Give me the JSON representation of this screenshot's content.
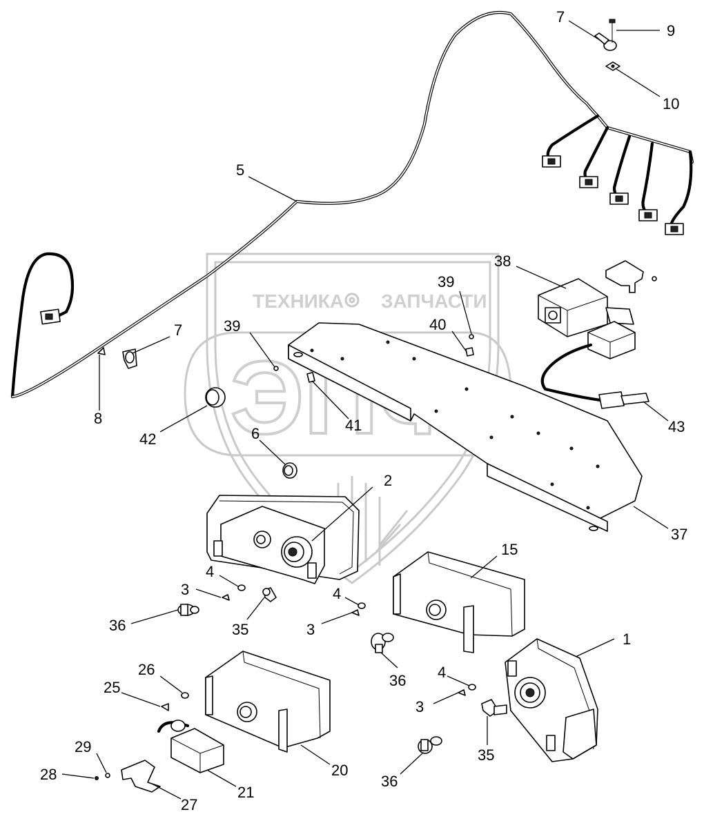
{
  "watermark": {
    "top_left": "ТЕХНИКА",
    "top_right": "ЗАПЧАСТИ",
    "letters": "ЭПФ"
  },
  "callouts": [
    {
      "id": "c-7a",
      "text": "7"
    },
    {
      "id": "c-9",
      "text": "9"
    },
    {
      "id": "c-10",
      "text": "10"
    },
    {
      "id": "c-5",
      "text": "5"
    },
    {
      "id": "c-38",
      "text": "38"
    },
    {
      "id": "c-39a",
      "text": "39"
    },
    {
      "id": "c-40",
      "text": "40"
    },
    {
      "id": "c-7b",
      "text": "7"
    },
    {
      "id": "c-39b",
      "text": "39"
    },
    {
      "id": "c-8",
      "text": "8"
    },
    {
      "id": "c-41",
      "text": "41"
    },
    {
      "id": "c-43",
      "text": "43"
    },
    {
      "id": "c-42",
      "text": "42"
    },
    {
      "id": "c-6",
      "text": "6"
    },
    {
      "id": "c-2",
      "text": "2"
    },
    {
      "id": "c-37",
      "text": "37"
    },
    {
      "id": "c-15",
      "text": "15"
    },
    {
      "id": "c-4a",
      "text": "4"
    },
    {
      "id": "c-3a",
      "text": "3"
    },
    {
      "id": "c-4b",
      "text": "4"
    },
    {
      "id": "c-36a",
      "text": "36"
    },
    {
      "id": "c-35a",
      "text": "35"
    },
    {
      "id": "c-3b",
      "text": "3"
    },
    {
      "id": "c-1",
      "text": "1"
    },
    {
      "id": "c-26",
      "text": "26"
    },
    {
      "id": "c-36b",
      "text": "36"
    },
    {
      "id": "c-4c",
      "text": "4"
    },
    {
      "id": "c-25",
      "text": "25"
    },
    {
      "id": "c-3c",
      "text": "3"
    },
    {
      "id": "c-29",
      "text": "29"
    },
    {
      "id": "c-20",
      "text": "20"
    },
    {
      "id": "c-35b",
      "text": "35"
    },
    {
      "id": "c-28",
      "text": "28"
    },
    {
      "id": "c-21",
      "text": "21"
    },
    {
      "id": "c-36c",
      "text": "36"
    },
    {
      "id": "c-27",
      "text": "27"
    }
  ]
}
